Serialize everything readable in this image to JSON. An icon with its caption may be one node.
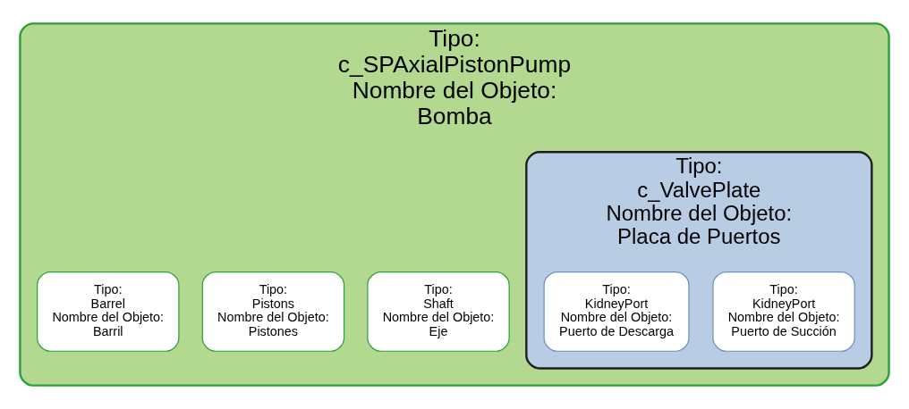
{
  "diagram": {
    "nodes": [
      {
        "text": [
          "Tipo:",
          "c_SPAxialPistonPump",
          "Nombre del Objeto:",
          "Bomba"
        ]
      },
      {
        "text": [
          "Tipo:",
          "Shaft",
          "Nombre del Objeto:",
          "Eje"
        ],
        "in": 0
      },
      {
        "text": [
          "Tipo:",
          "Pistons",
          "Nombre del Objeto:",
          "Pistones"
        ],
        "in": 0
      },
      {
        "text": [
          "Tipo:",
          "Barrel",
          "Nombre del Objeto:",
          "Barril"
        ],
        "in": 0
      },
      {
        "text": [
          "Tipo:",
          "c_ValvePlate",
          "Nombre del Objeto:",
          "Placa de Puertos"
        ],
        "in": 0
      },
      {
        "text": [
          "Tipo:",
          "KidneyPort",
          "Nombre del Objeto:",
          "Puerto de Succión"
        ],
        "in": 4
      },
      {
        "text": [
          "Tipo:",
          "KidneyPort",
          "Nombre del Objeto:",
          "Puerto de Descarga"
        ],
        "in": 4
      }
    ]
  }
}
